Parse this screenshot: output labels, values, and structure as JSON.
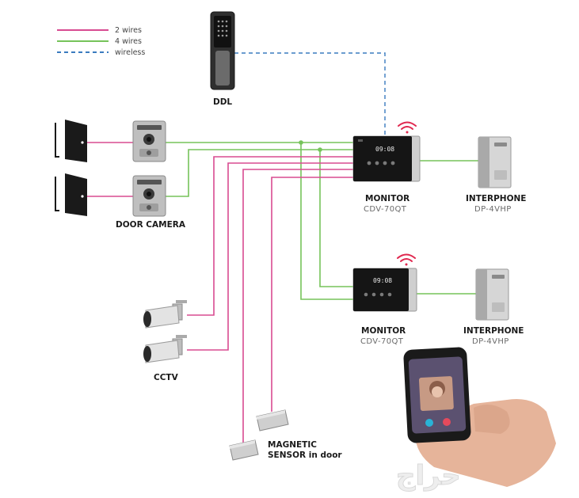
{
  "legend": {
    "items": [
      {
        "label": "2 wires",
        "color": "#d84b91"
      },
      {
        "label": "4 wires",
        "color": "#76c35a"
      },
      {
        "label": "wireless",
        "color": "#3a7bbf"
      }
    ]
  },
  "devices": {
    "ddl": {
      "label": "DDL"
    },
    "door_camera": {
      "label": "DOOR CAMERA"
    },
    "cctv": {
      "label": "CCTV"
    },
    "magnetic_sensor": {
      "line1": "MAGNETIC",
      "line2": "SENSOR in door"
    },
    "monitor_1": {
      "label": "MONITOR",
      "model": "CDV-70QT",
      "clock": "09:08"
    },
    "monitor_2": {
      "label": "MONITOR",
      "model": "CDV-70QT",
      "clock": "09:08"
    },
    "interphone_1": {
      "label": "INTERPHONE",
      "model": "DP-4VHP"
    },
    "interphone_2": {
      "label": "INTERPHONE",
      "model": "DP-4VHP"
    }
  },
  "watermark": {
    "text": "حراج"
  },
  "colors": {
    "two_wire": "#d84b91",
    "four_wire": "#76c35a",
    "wireless": "#3a7bbf"
  }
}
